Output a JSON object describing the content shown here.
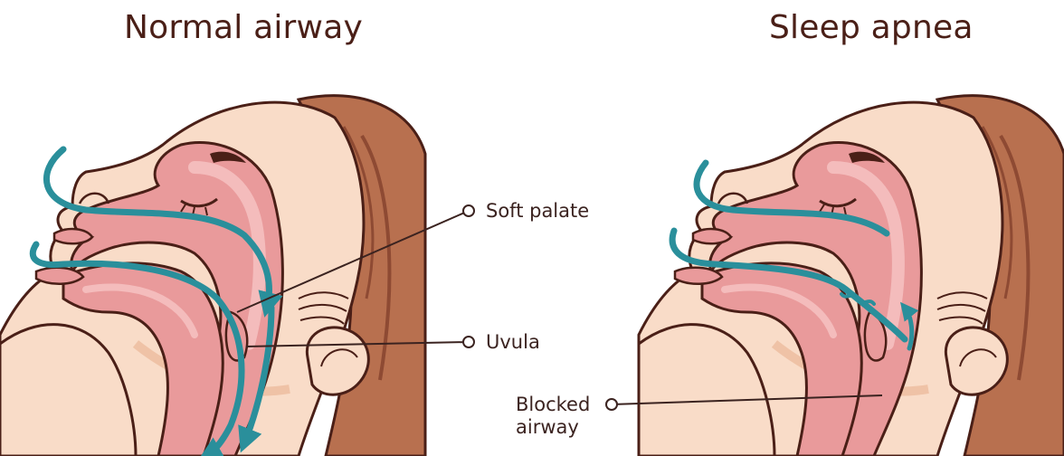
{
  "titles": {
    "normal": "Normal airway",
    "apnea": "Sleep apnea"
  },
  "labels": {
    "soft_palate": "Soft palate",
    "uvula": "Uvula",
    "blocked_line1": "Blocked",
    "blocked_line2": "airway"
  },
  "colors": {
    "skin": "#f9dcc8",
    "skin_shadow": "#efc2a6",
    "hair": "#b8704f",
    "hair_dark": "#8e4a33",
    "tissue": "#e99a9b",
    "tissue_light": "#f4bcbc",
    "outline": "#4a1f17",
    "airflow": "#2a8f9b"
  }
}
